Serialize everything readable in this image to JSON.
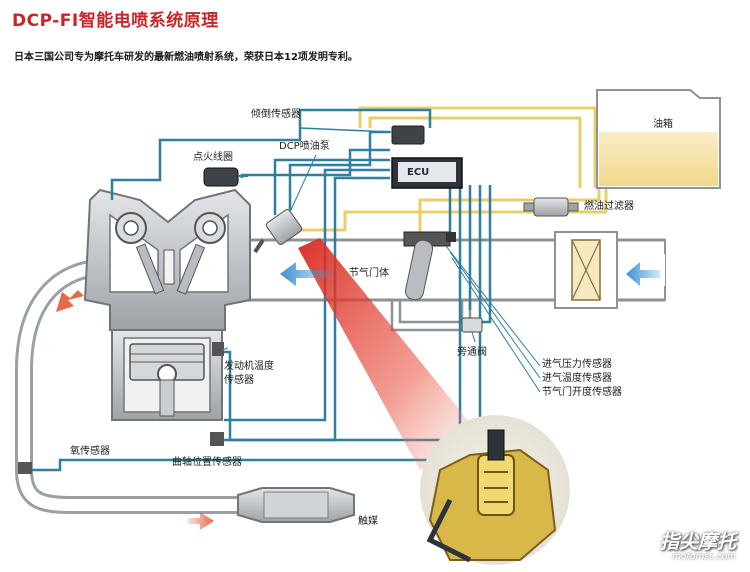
{
  "title": "DCP-FI智能电喷系统原理",
  "subtitle": "日本三国公司专为摩托车研发的最新燃油喷射系统，荣获日本12项发明专利。",
  "labels": {
    "tilt_sensor": "倾倒传感器",
    "fuel_tank": "油箱",
    "ignition_coil": "点火线圈",
    "dcp_injector": "DCP喷油泵",
    "ecu": "ECU",
    "fuel_filter": "燃油过滤器",
    "throttle_body": "节气门体",
    "bypass_valve": "旁通阀",
    "sensor_list": [
      "进气压力传感器",
      "进气温度传感器",
      "节气门开度传感器"
    ],
    "engine_temp_sensor": [
      "发动机温度",
      "传感器"
    ],
    "oxygen_sensor": "氧传感器",
    "crank_sensor": "曲轴位置传感器",
    "catalyst": "触媒"
  },
  "watermark": {
    "name": "指尖摩托",
    "url": "motomsc.com"
  },
  "colors": {
    "title_red": "#c8252b",
    "signal_line": "#2f7f9e",
    "fuel_line": "#e8cf6a",
    "air_arrow": "#3b8fd6",
    "exhaust_arrow": "#e8694a",
    "engine_grey": "#8a8f93"
  }
}
